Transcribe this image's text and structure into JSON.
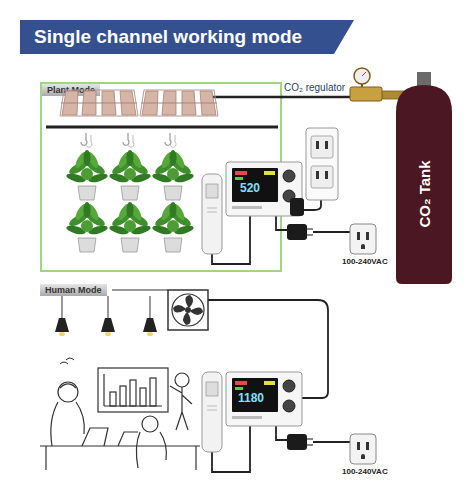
{
  "diagram": {
    "title": "Single channel working mode",
    "nodes": [
      {
        "text": [
          "Plant Mode"
        ]
      },
      {
        "text": [
          "Human Mode"
        ]
      },
      {
        "text": [
          "CO₂ Tank"
        ]
      }
    ],
    "edges": [
      {
        "from": 2,
        "to": 0,
        "arrow": "none"
      }
    ],
    "labels": [
      "CO₂ regulator",
      "520",
      "100-240VAC",
      "1180",
      "100-240VAC"
    ]
  }
}
